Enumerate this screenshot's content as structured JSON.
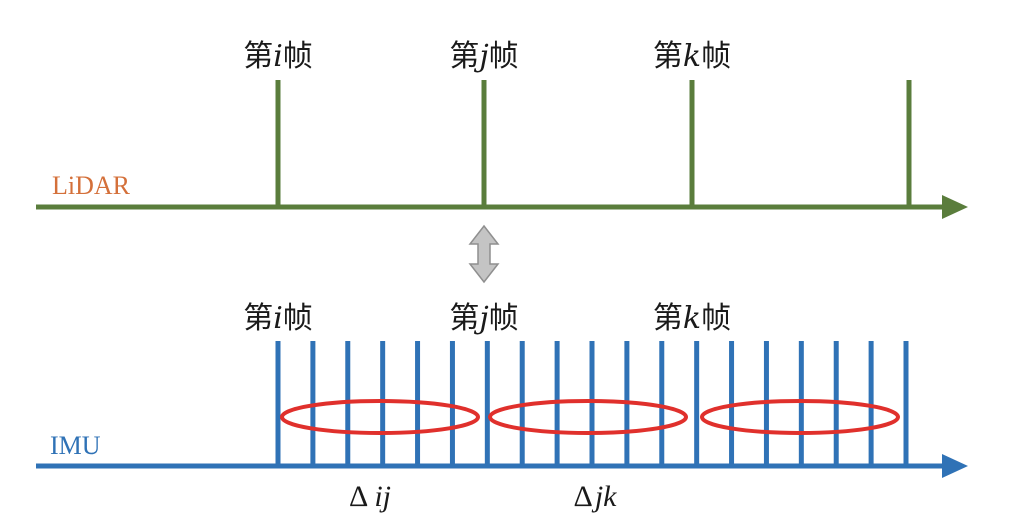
{
  "lidar": {
    "label": "LiDAR",
    "frames": [
      {
        "prefix": "第",
        "var": "i",
        "suffix": "帧"
      },
      {
        "prefix": "第",
        "var": "j",
        "suffix": "帧"
      },
      {
        "prefix": "第",
        "var": "k",
        "suffix": "帧"
      }
    ]
  },
  "imu": {
    "label": "IMU",
    "frames": [
      {
        "prefix": "第",
        "var": "i",
        "suffix": "帧"
      },
      {
        "prefix": "第",
        "var": "j",
        "suffix": "帧"
      },
      {
        "prefix": "第",
        "var": "k",
        "suffix": "帧"
      }
    ],
    "intervals": [
      {
        "symbol": "Δ",
        "var": "ij"
      },
      {
        "symbol": "Δ",
        "var": "jk"
      }
    ]
  },
  "colors": {
    "lidar_line": "#5a7d3c",
    "lidar_label": "#d4703a",
    "imu_line": "#2f72b6",
    "imu_label": "#2f72b6",
    "ellipse": "#e0302c",
    "sync_arrow": "#b0b0b0"
  },
  "icons": {
    "sync": "double-headed-vertical-arrow-icon"
  }
}
